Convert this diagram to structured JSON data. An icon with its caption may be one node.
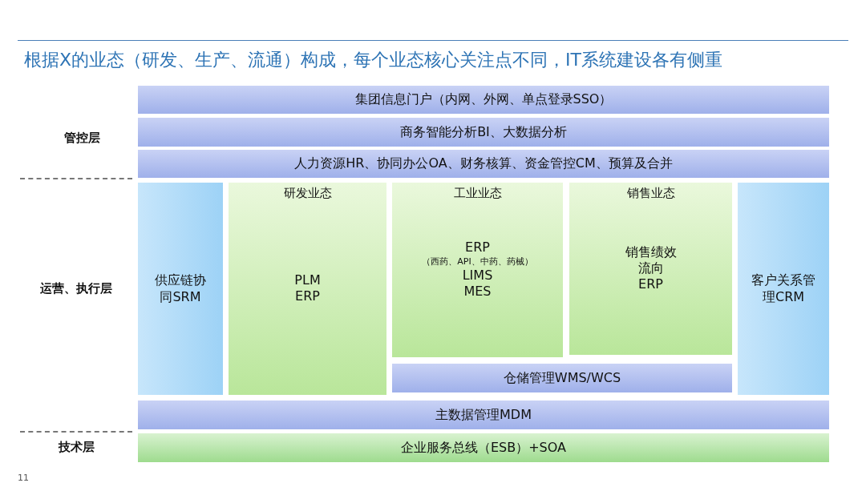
{
  "diagram": {
    "title": "根据X的业态（研发、生产、流通）构成，每个业态核心关注点不同，IT系统建设各有侧重",
    "nodes": [
      {
        "text": [
          "集团信息门户（内网、外网、单点登录SSO）"
        ]
      },
      {
        "text": [
          "商务智能分析BI、大数据分析"
        ]
      },
      {
        "text": [
          "人力资源HR、协同办公OA、财务核算、资金管控CM、预算及合并"
        ]
      },
      {
        "text": [
          "供应链协同SRM"
        ]
      },
      {
        "text": [
          "研发业态",
          "PLM ERP"
        ]
      },
      {
        "text": [
          "工业业态",
          "ERP",
          "（西药、API、中药、药械）",
          "LIMS",
          "MES"
        ]
      },
      {
        "text": [
          "销售业态",
          "销售绩效",
          "流向",
          "ERP"
        ]
      },
      {
        "text": [
          "仓储管理WMS/WCS"
        ]
      },
      {
        "text": [
          "客户关系管理CRM"
        ]
      },
      {
        "text": [
          "主数据管理MDM"
        ]
      },
      {
        "text": [
          "企业服务总线（ESB）+SOA"
        ]
      }
    ],
    "labels": [
      "管控层",
      "运营、执行层",
      "技术层",
      "11"
    ]
  }
}
